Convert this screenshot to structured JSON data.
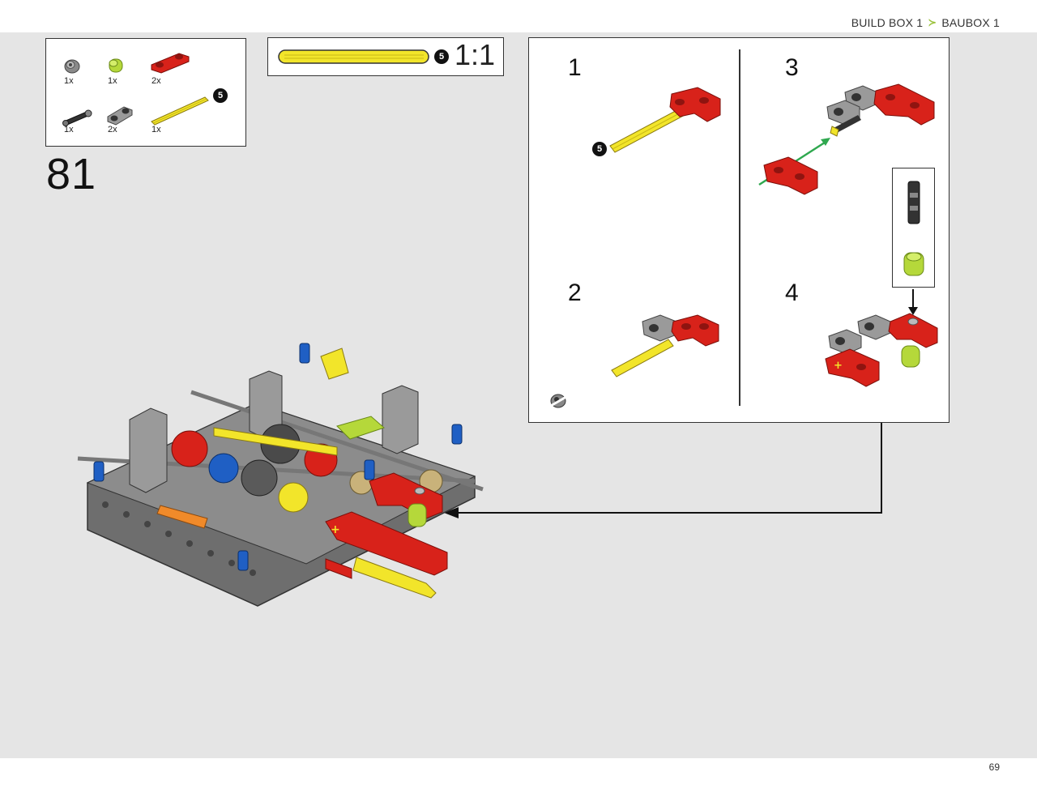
{
  "header": {
    "breadcrumb": {
      "primary": "BUILD BOX 1",
      "separator": "≻",
      "secondary": "BAUBOX 1"
    }
  },
  "parts_list": [
    {
      "name": "bush-gray",
      "qty": "1x"
    },
    {
      "name": "bush-lime",
      "qty": "1x"
    },
    {
      "name": "beam-red",
      "qty": "2x"
    },
    {
      "name": "pin-connector-black",
      "qty": "1x"
    },
    {
      "name": "liftarm-gray",
      "qty": "2x"
    },
    {
      "name": "axle-yellow",
      "qty": "1x",
      "length": "5"
    }
  ],
  "step": {
    "number": "81"
  },
  "scale_indicator": {
    "axle_length": "5",
    "ratio": "1:1"
  },
  "substeps": [
    {
      "number": "1",
      "axle_length": "5"
    },
    {
      "number": "2"
    },
    {
      "number": "3"
    },
    {
      "number": "4"
    }
  ],
  "colors": {
    "background": "#e5e5e5",
    "accent": "#9bc23c",
    "lego_red": "#d8221a",
    "lego_yellow": "#f2e52a",
    "lego_lime": "#b5d83a",
    "lego_gray": "#9a9a9a",
    "lego_dark": "#333333",
    "arrow_green": "#2fa84f"
  },
  "footer": {
    "page_number": "69"
  }
}
